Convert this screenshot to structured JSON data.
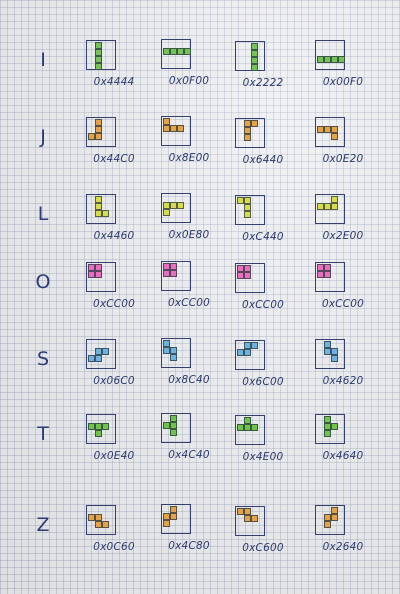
{
  "colors": {
    "ink": "#34406e",
    "I": "#76c25a",
    "J": "#e3a449",
    "L": "#d7dc4f",
    "O": "#e86fbf",
    "S": "#6fb2dd",
    "T": "#71c44b",
    "Z": "#e3a24a"
  },
  "pieces": [
    {
      "label": "I",
      "codes": [
        "0x4444",
        "0x0F00",
        "0x2222",
        "0x00F0"
      ]
    },
    {
      "label": "J",
      "codes": [
        "0x44C0",
        "0x8E00",
        "0x6440",
        "0x0E20"
      ]
    },
    {
      "label": "L",
      "codes": [
        "0x4460",
        "0x0E80",
        "0xC440",
        "0x2E00"
      ]
    },
    {
      "label": "O",
      "codes": [
        "0xCC00",
        "0xCC00",
        "0xCC00",
        "0xCC00"
      ]
    },
    {
      "label": "S",
      "codes": [
        "0x06C0",
        "0x8C40",
        "0x6C00",
        "0x4620"
      ]
    },
    {
      "label": "T",
      "codes": [
        "0x0E40",
        "0x4C40",
        "0x4E00",
        "0x4640"
      ]
    },
    {
      "label": "Z",
      "codes": [
        "0x0C60",
        "0x4C80",
        "0xC600",
        "0x2640"
      ]
    }
  ]
}
